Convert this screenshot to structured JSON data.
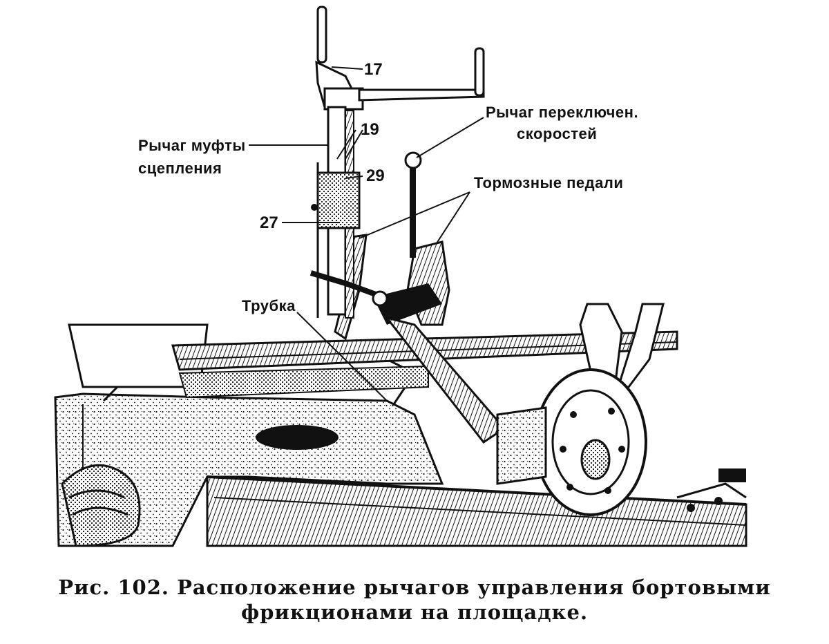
{
  "labels": {
    "n17": "17",
    "n19": "19",
    "n29": "29",
    "n27": "27",
    "clutch_lever_line1": "Рычаг муфты",
    "clutch_lever_line2": "сцепления",
    "gear_lever_line1": "Рычаг переключен.",
    "gear_lever_line2": "скоростей",
    "brake_pedals": "Тормозные педали",
    "tube": "Трубка"
  },
  "caption": {
    "line1": "Рис. 102. Расположение рычагов управления бортовыми",
    "line2": "фрикционами на площадке."
  },
  "colors": {
    "ink": "#111111",
    "paper": "#ffffff"
  }
}
